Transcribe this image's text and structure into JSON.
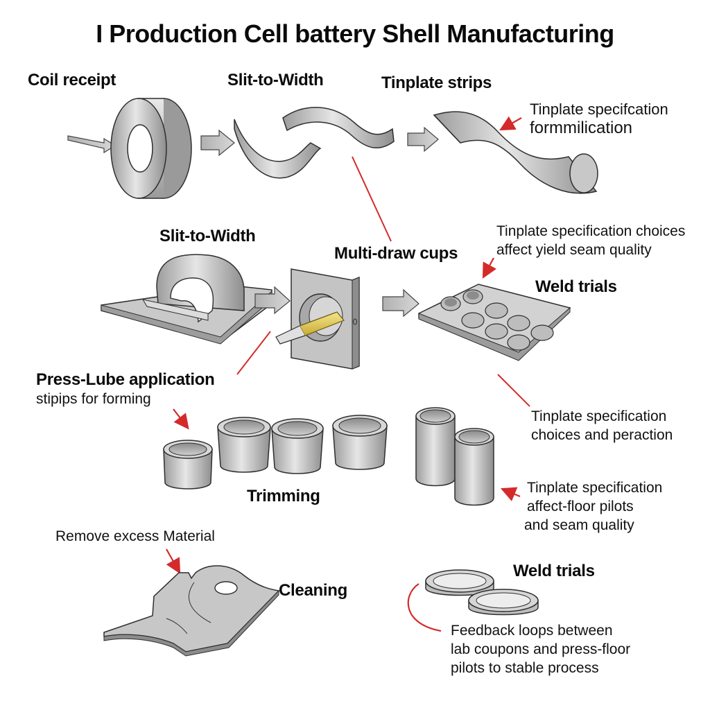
{
  "title": "I Production Cell battery Shell Manufacturing",
  "colors": {
    "background": "#ffffff",
    "metal_light": "#e4e4e4",
    "metal_mid": "#b8b8b8",
    "metal_dark": "#8a8a8a",
    "outline": "#2e2e2e",
    "callout_red": "#d42a2a",
    "lube_yellow": "#e8d262",
    "text": "#0a0a0a"
  },
  "steps": {
    "coil_receipt": "Coil receipt",
    "slit_to_width_top": "Slit-to-Width",
    "tinplate_strips": "Tinplate strips",
    "slit_to_width_mid": "Slit-to-Width",
    "multi_draw_cups": "Multi-draw cups",
    "weld_trials_mid": "Weld trials",
    "press_lube_application": "Press-Lube application",
    "trimming": "Trimming",
    "cleaning": "Cleaning",
    "weld_trials_bottom": "Weld trials"
  },
  "notes": {
    "spec_formulation": [
      "Tinplate specifcation",
      "formmilication"
    ],
    "spec_choices_yield": [
      "Tinplate specification choices",
      "affect yield seam quality"
    ],
    "stripes_for_forming": [
      "stipips for forming"
    ],
    "spec_choices_peraction": [
      "Tinplate specification",
      "choices and peraction"
    ],
    "spec_floor_pilots": [
      "Tinplate specification",
      "affect-floor pilots",
      "and seam quality"
    ],
    "remove_excess": [
      "Remove excess Material"
    ],
    "feedback_loops": [
      "Feedback loops between",
      "lab coupons and press-floor",
      "pilots to stable process"
    ]
  },
  "icons": {
    "coil": "steel-coil-icon",
    "strip": "curved-strip-icon",
    "flow_arrow": "gray-block-arrow-icon",
    "callout": "red-callout-arrow-icon",
    "press": "slitting-press-icon",
    "draw_die": "draw-die-icon",
    "weld_plate": "weld-trial-plate-icon",
    "cup": "drawn-cup-icon",
    "tall_can": "tall-shell-icon",
    "sheet": "trimmed-sheet-icon",
    "ring": "weld-ring-icon"
  }
}
